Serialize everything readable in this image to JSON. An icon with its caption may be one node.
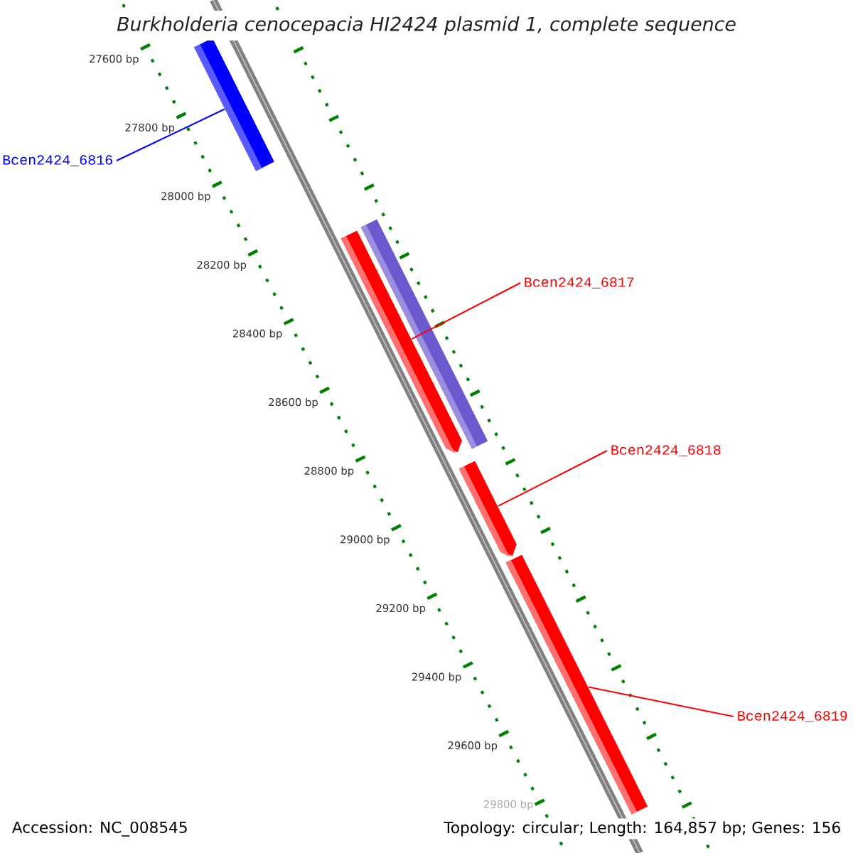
{
  "diagram": {
    "title": "Burkholderia cenocepacia HI2424 plasmid 1, complete sequence",
    "nodes": [
      {
        "text": [
          "Bcen2424_6816"
        ]
      },
      {
        "text": [
          "Bcen2424_6817"
        ]
      },
      {
        "text": [
          "Bcen2424_6818"
        ]
      },
      {
        "text": [
          "Bcen2424_6819"
        ]
      },
      {
        "text": [],
        "shape": "bar"
      },
      {
        "text": [],
        "shape": "bar"
      },
      {
        "text": [],
        "shape": "bar"
      },
      {
        "text": [],
        "shape": "bar"
      },
      {
        "text": [],
        "shape": "bar"
      }
    ],
    "edges": [
      {
        "from": 0,
        "to": 4,
        "arrow": "none",
        "color": "#0000ff"
      },
      {
        "from": 1,
        "to": 5,
        "arrow": "none"
      },
      {
        "from": 2,
        "to": 7,
        "arrow": "none"
      },
      {
        "from": 3,
        "to": 8,
        "arrow": "none"
      }
    ],
    "labels": [
      "27600 bp",
      "27800 bp",
      "28000 bp",
      "28200 bp",
      "28400 bp",
      "28600 bp",
      "28800 bp",
      "29000 bp",
      "29200 bp",
      "29400 bp",
      "29600 bp",
      "29800 bp",
      "Accession: NC_008545",
      "Topology: circular; Length: 164,857 bp; Genes: 156"
    ]
  }
}
